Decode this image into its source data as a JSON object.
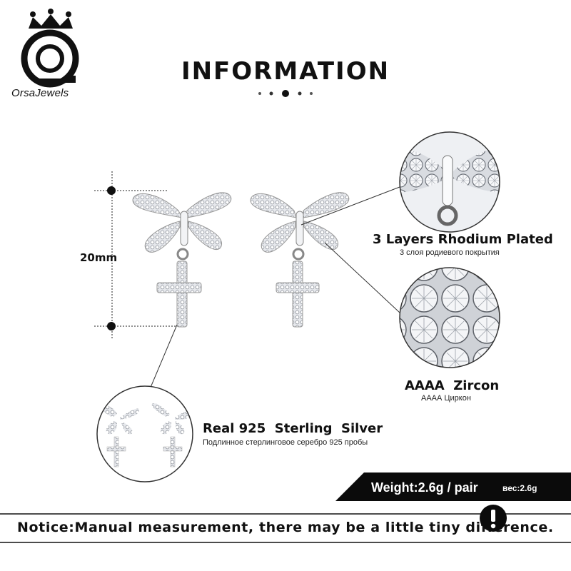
{
  "brand": {
    "name": "OrsaJewels",
    "logo_icon": "crown-o-logo-icon"
  },
  "header": {
    "title": "INFORMATION",
    "dots_icon": "five-dot-divider-icon"
  },
  "dimension": {
    "label": "20mm"
  },
  "features": {
    "rhodium": {
      "title": "3 Layers Rhodium Plated",
      "subtitle": "3 слоя родиевого покрытия"
    },
    "zircon": {
      "title": "AAAA  Zircon",
      "subtitle": "АААА Циркон"
    },
    "silver": {
      "title": "Real 925  Sterling  Silver",
      "subtitle": "Подлинное стерлинговое серебро 925 пробы"
    }
  },
  "weight": {
    "label": "Weight:2.6g / pair",
    "label_ru": "вес:2.6g"
  },
  "notice": {
    "text": "Notice:Manual measurement, there may be a little tiny difference.",
    "icon": "exclamation-icon"
  },
  "colors": {
    "accent": "#111111",
    "silver": "#c9ccd2",
    "background": "#ffffff"
  }
}
